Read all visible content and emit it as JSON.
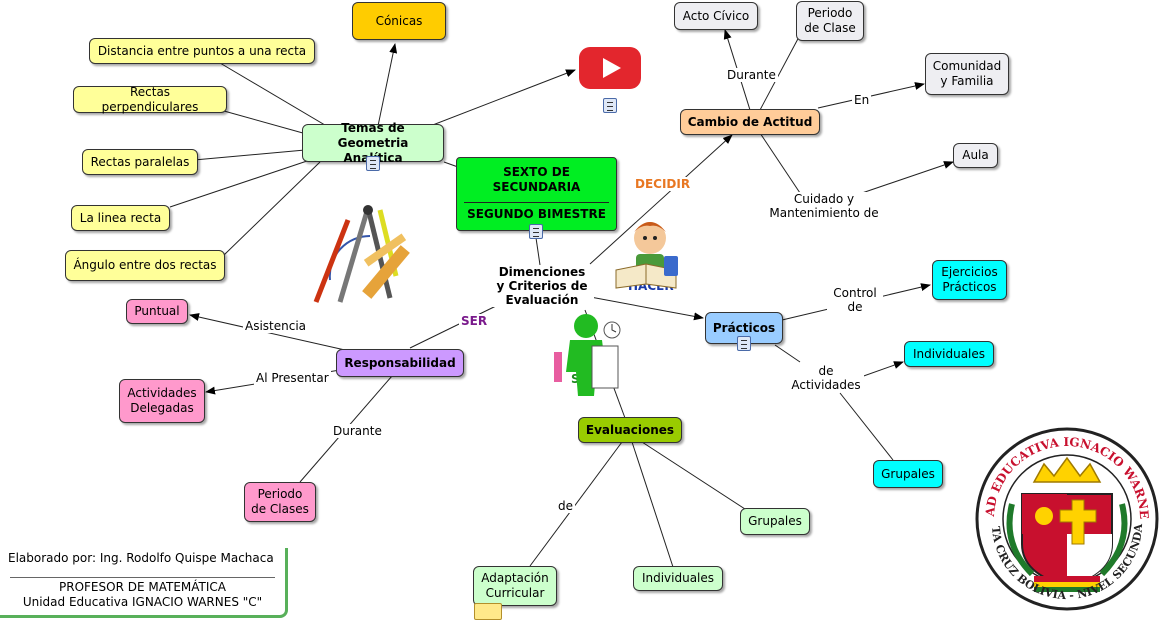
{
  "central": {
    "title": "SEXTO DE\nSECUNDARIA",
    "subtitle": "SEGUNDO BIMESTRE"
  },
  "hub_label": "Dimenciones\ny Criterios de\nEvaluación",
  "nodes": {
    "conicas": "Cónicas",
    "distancia": "Distancia entre puntos a una recta",
    "perpendiculares": "Rectas perpendiculares",
    "paralelas": "Rectas paralelas",
    "linea_recta": "La linea recta",
    "angulo": "Ángulo entre dos rectas",
    "temas": "Temas de\nGeometria Analítica",
    "acto_civico": "Acto Cívico",
    "periodo_clase": "Periodo\nde Clase",
    "comunidad": "Comunidad\ny Familia",
    "cambio_actitud": "Cambio de Actitud",
    "aula": "Aula",
    "ejercicios": "Ejercicios\nPrácticos",
    "practicos": "Prácticos",
    "individuales_p": "Individuales",
    "grupales_p": "Grupales",
    "puntual": "Puntual",
    "responsabilidad": "Responsabilidad",
    "actividades_delegadas": "Actividades\nDelegadas",
    "periodo_clases": "Periodo\nde Clases",
    "evaluaciones": "Evaluaciones",
    "grupales_e": "Grupales",
    "individuales_e": "Individuales",
    "adaptacion": "Adaptación\nCurricular"
  },
  "link_labels": {
    "durante_top": "Durante",
    "en": "En",
    "cuidado": "Cuidado y\nMantenimiento de",
    "control": "Control\nde",
    "de_actividades": "de\nActividades",
    "asistencia": "Asistencia",
    "al_presentar": "Al Presentar",
    "durante_bottom": "Durante",
    "de": "de"
  },
  "dimension_labels": {
    "decidir": "DECIDIR",
    "ser": "SER",
    "hacer": "HACER",
    "saber": "SABER"
  },
  "footer": {
    "author": "Elaborado por: Ing. Rodolfo Quispe Machaca",
    "role": "PROFESOR DE MATEMÁTICA",
    "school": "Unidad Educativa IGNACIO WARNES \"C\""
  },
  "seal": {
    "top_text": "UNIDAD EDUCATIVA IGNACIO WARNES \"C\"",
    "bottom_text": "SANTA CRUZ BOLIVIA - NIVEL SECUNDARIO"
  },
  "colors": {
    "yellow_node": "#ffff99",
    "orange_node": "#ffcc00",
    "green_light_node": "#ccffcc",
    "central_green": "#00ee22",
    "peach_node": "#ffcc99",
    "gray_node": "#eeeef2",
    "cyan_node": "#00ffff",
    "blue_node": "#99ccff",
    "pink_node": "#ff99cc",
    "purple_node": "#cc99ff",
    "olive_node": "#99cc00",
    "decidir_color": "#e87722",
    "ser_color": "#7a1a8c",
    "hacer_color": "#1a3aa8",
    "saber_color": "#1e8a1e",
    "youtube_red": "#e3262d",
    "seal_red": "#c8102e",
    "seal_green": "#1f7a2a"
  },
  "icons": [
    "youtube-icon",
    "document-icon",
    "drawing-tools-icon",
    "student-reading-icon",
    "thinking-figure-icon",
    "school-seal-icon"
  ]
}
